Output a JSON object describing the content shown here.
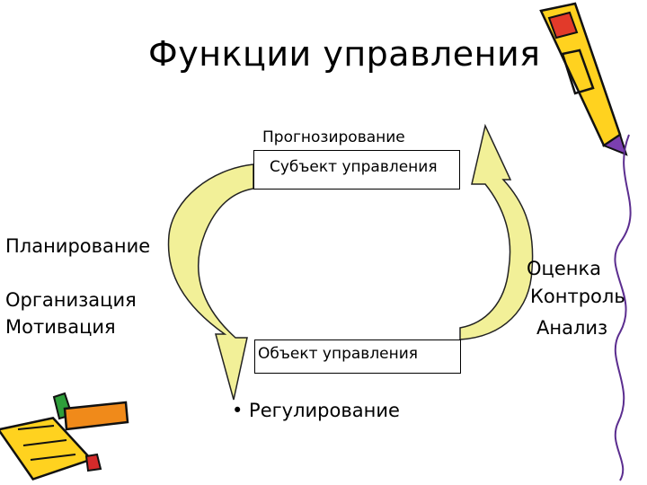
{
  "title": "Функции управления",
  "cycle": {
    "top_label": "Прогнозирование",
    "subject": "Субъект управления",
    "object": "Объект управления",
    "bottom_label": "• Регулирование"
  },
  "left_functions": [
    "Планирование",
    "Организация",
    "Мотивация"
  ],
  "right_functions": [
    "Оценка",
    "Контроль",
    "Анализ"
  ],
  "colors": {
    "arrow_fill": "#F2F098",
    "arrow_stroke": "#222222",
    "pencil_yellow": "#FFD21F",
    "pencil_orange": "#F08A1A"
  },
  "decorations": [
    "pencil-icon",
    "crayons-icon",
    "squiggle-line"
  ]
}
